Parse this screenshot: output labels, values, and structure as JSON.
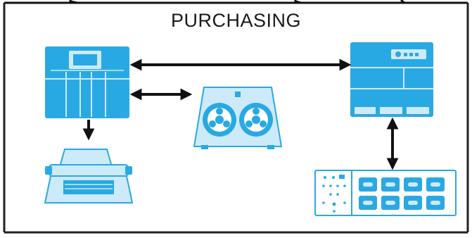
{
  "diagram": {
    "title": "PURCHASING",
    "colors": {
      "device_blue": "#29a9e3",
      "device_light": "#cdeafa",
      "device_line": "#ffffff",
      "arrow": "#111111",
      "frame": "#222222",
      "background": "#ffffff"
    },
    "nodes": [
      {
        "id": "computer",
        "icon": "mainframe-computer-icon"
      },
      {
        "id": "tape",
        "icon": "magnetic-tape-drive-icon"
      },
      {
        "id": "printer",
        "icon": "printer-icon"
      },
      {
        "id": "terminal",
        "icon": "computer-terminal-icon"
      },
      {
        "id": "keypad",
        "icon": "keypad-panel-icon"
      }
    ],
    "connections": [
      {
        "from": "computer",
        "to": "terminal",
        "direction": "both"
      },
      {
        "from": "computer",
        "to": "tape",
        "direction": "both"
      },
      {
        "from": "computer",
        "to": "printer",
        "direction": "one-way"
      },
      {
        "from": "terminal",
        "to": "keypad",
        "direction": "both"
      }
    ]
  }
}
